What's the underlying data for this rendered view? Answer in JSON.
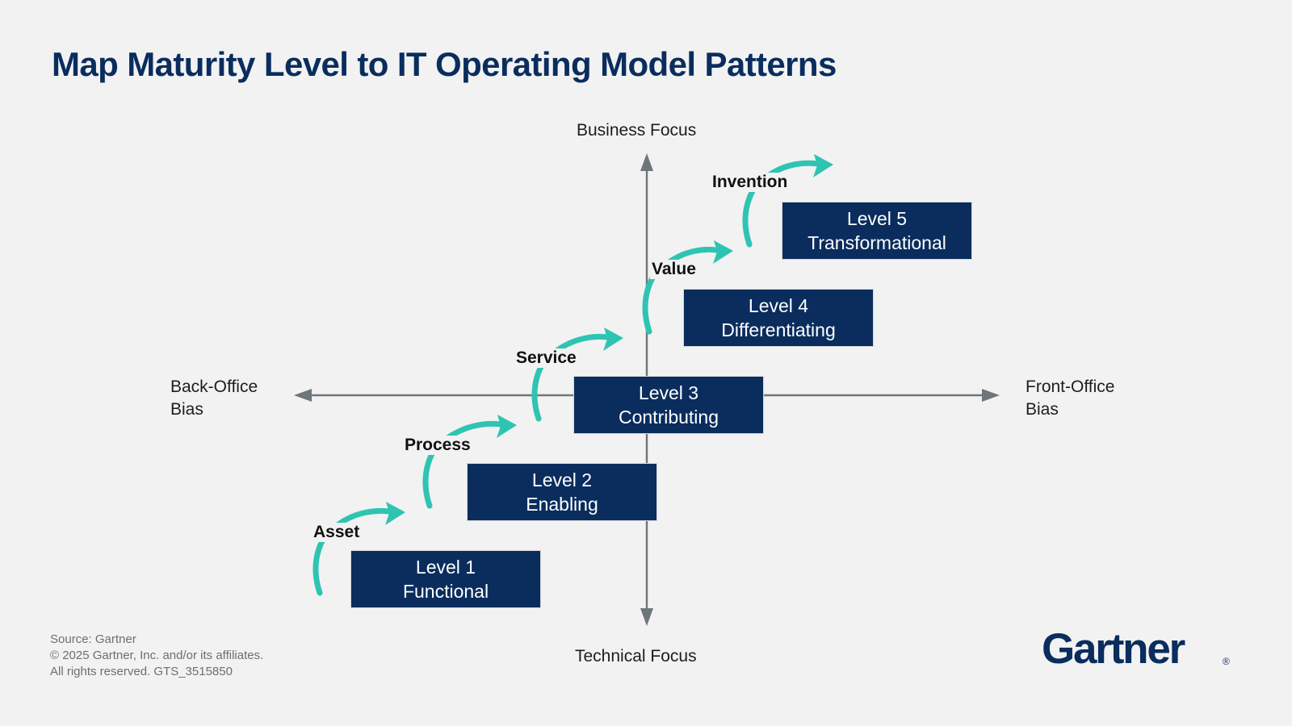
{
  "page": {
    "title": "Map Maturity Level to IT Operating Model Patterns",
    "background_color": "#f2f2f2",
    "navy": "#0a2d5e",
    "teal": "#2fc4b2",
    "axis_gray": "#6e7679"
  },
  "axes": {
    "top_label": "Business Focus",
    "bottom_label": "Technical Focus",
    "left_label": "Back-Office\nBias",
    "right_label": "Front-Office\nBias"
  },
  "levels": [
    {
      "id": "l1",
      "line1": "Level 1",
      "line2": "Functional"
    },
    {
      "id": "l2",
      "line1": "Level 2",
      "line2": "Enabling"
    },
    {
      "id": "l3",
      "line1": "Level 3",
      "line2": "Contributing"
    },
    {
      "id": "l4",
      "line1": "Level 4",
      "line2": "Differentiating"
    },
    {
      "id": "l5",
      "line1": "Level 5",
      "line2": "Transformational"
    }
  ],
  "stages": [
    {
      "id": "asset",
      "label": "Asset"
    },
    {
      "id": "process",
      "label": "Process"
    },
    {
      "id": "service",
      "label": "Service"
    },
    {
      "id": "value",
      "label": "Value"
    },
    {
      "id": "invention",
      "label": "Invention"
    }
  ],
  "footer": {
    "text": "Source: Gartner\n© 2025 Gartner, Inc. and/or its affiliates.\nAll rights reserved. GTS_3515850"
  },
  "logo": {
    "name": "Gartner",
    "registered_mark": "®"
  },
  "chart_data": {
    "type": "scatter",
    "title": "Map Maturity Level to IT Operating Model Patterns",
    "xlabel": "Back-Office Bias  ←→  Front-Office Bias",
    "ylabel": "Technical Focus  ↑  Business Focus",
    "grid": false,
    "legend": "none",
    "categories": [
      "Level 1 Functional",
      "Level 2 Enabling",
      "Level 3 Contributing",
      "Level 4 Differentiating",
      "Level 5 Transformational"
    ],
    "points": [
      {
        "label": "Level 1 Functional",
        "x": -2,
        "y": -2,
        "stage": "Asset"
      },
      {
        "label": "Level 2 Enabling",
        "x": -1,
        "y": -1,
        "stage": "Process"
      },
      {
        "label": "Level 3 Contributing",
        "x": 0,
        "y": 0,
        "stage": "Service"
      },
      {
        "label": "Level 4 Differentiating",
        "x": 1,
        "y": 1,
        "stage": "Value"
      },
      {
        "label": "Level 5 Transformational",
        "x": 2,
        "y": 2,
        "stage": "Invention"
      }
    ],
    "xlim": [
      -3,
      3
    ],
    "ylim": [
      -3,
      3
    ],
    "annotations": [
      "Asset",
      "Process",
      "Service",
      "Value",
      "Invention"
    ]
  }
}
